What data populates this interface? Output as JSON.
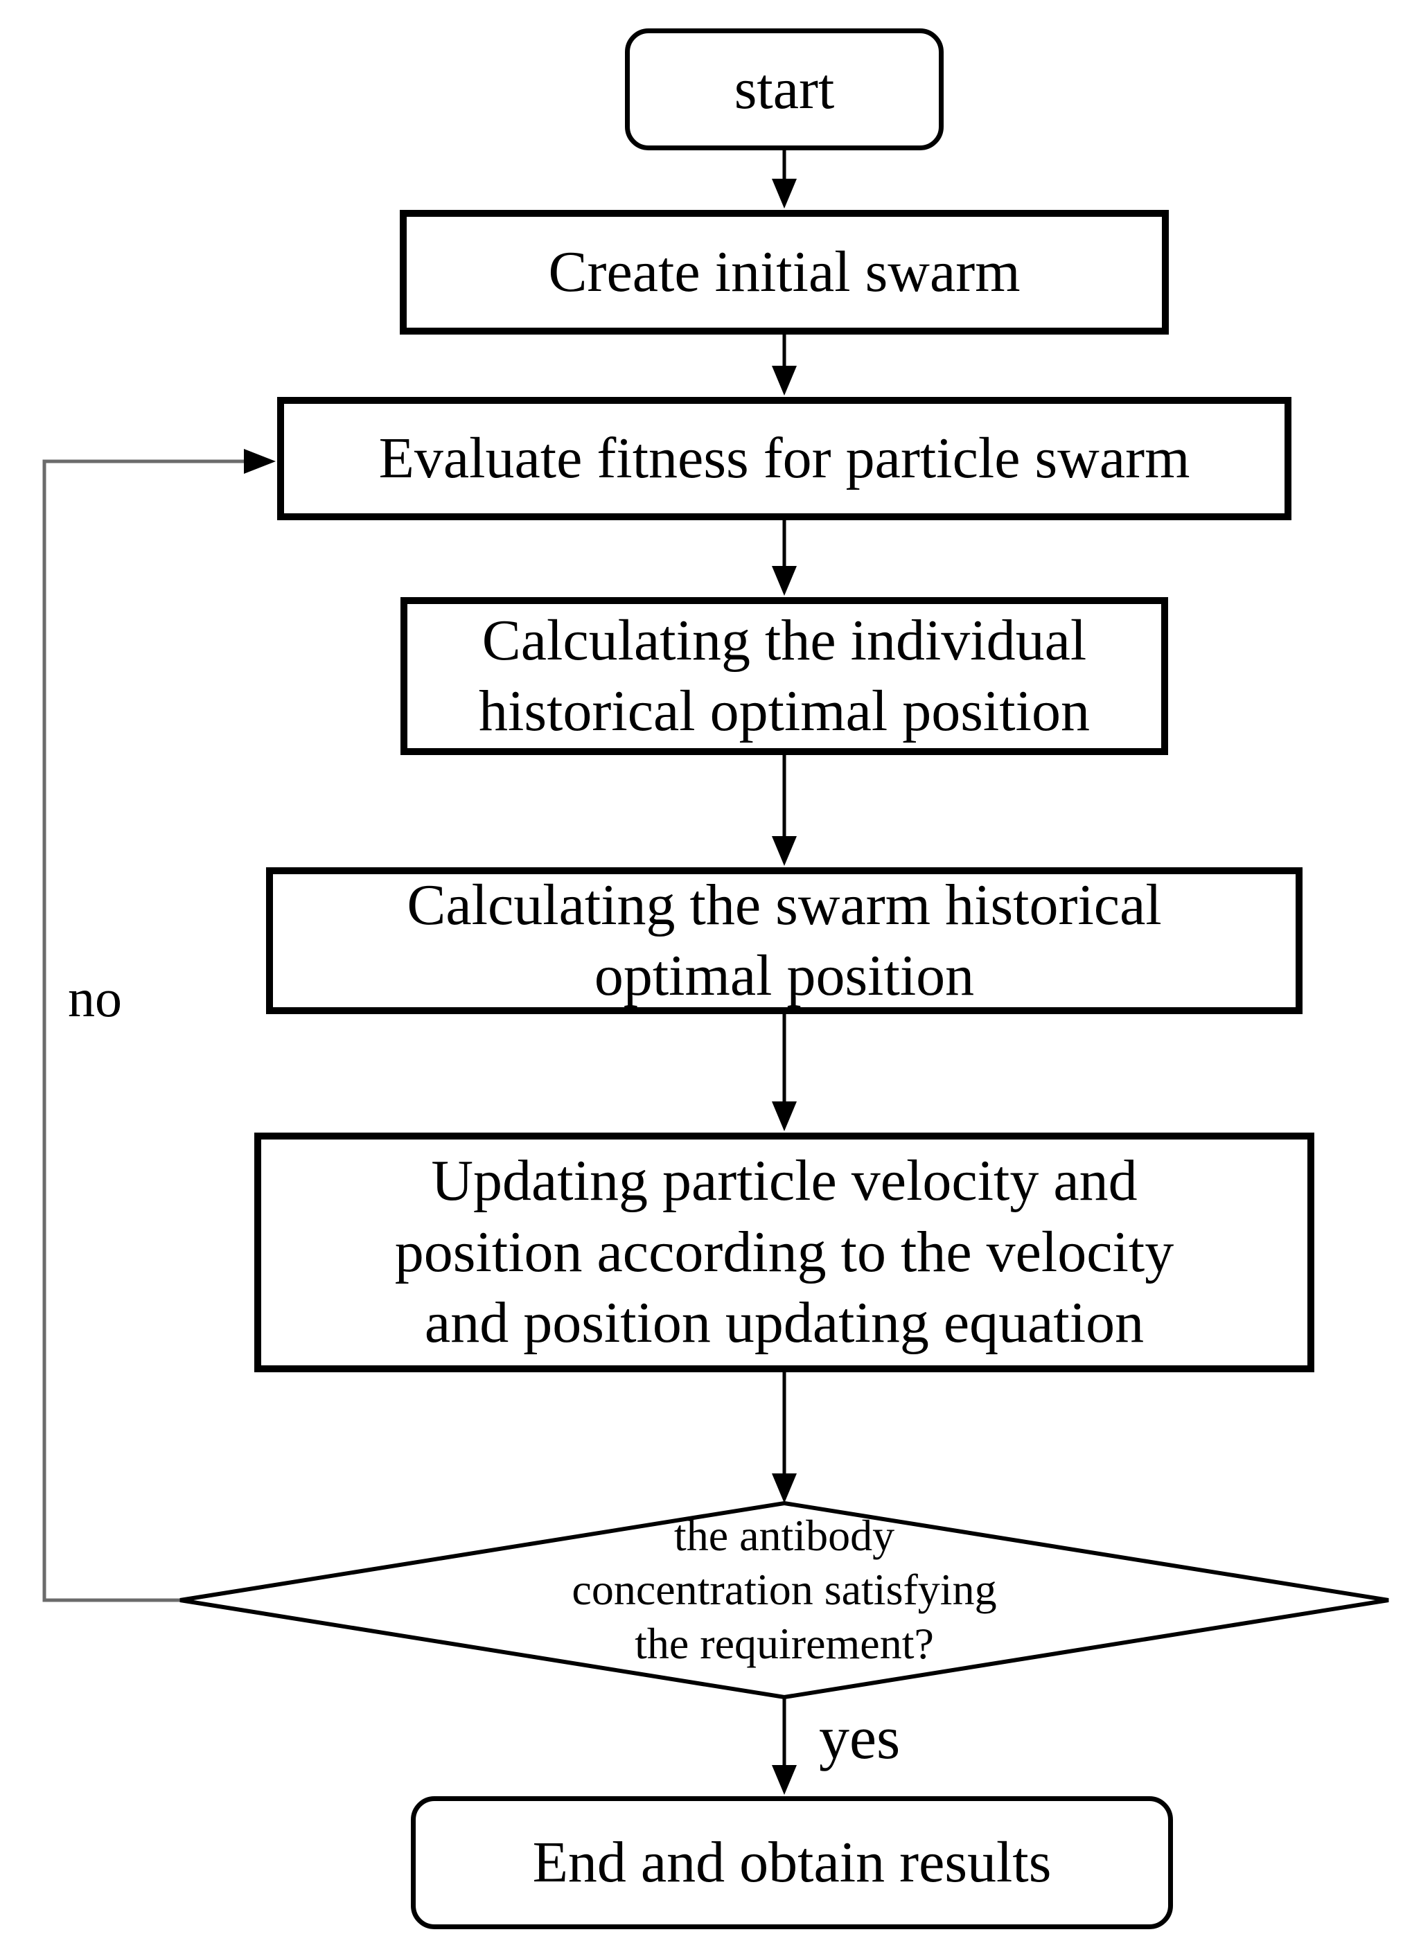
{
  "figure": {
    "background": "#ffffff",
    "stroke_color": "#000000",
    "loop_stroke_color": "#6b6b6b",
    "node_fill": "#ffffff"
  },
  "nodes": [
    {
      "id": "start",
      "type": "terminator",
      "label": "start"
    },
    {
      "id": "create-swarm",
      "type": "process",
      "label": "Create initial swarm"
    },
    {
      "id": "evaluate-fitness",
      "type": "process",
      "label": "Evaluate fitness for particle swarm"
    },
    {
      "id": "calc-individual-optimal",
      "type": "process",
      "label": "Calculating the individual\nhistorical optimal position"
    },
    {
      "id": "calc-swarm-optimal",
      "type": "process",
      "label": "Calculating the swarm historical\noptimal position"
    },
    {
      "id": "update-velocity-position",
      "type": "process",
      "label": "Updating particle velocity and\nposition according to the velocity\nand position updating equation"
    },
    {
      "id": "antibody-decision",
      "type": "decision",
      "label": "the antibody\nconcentration satisfying\nthe requirement?"
    },
    {
      "id": "end",
      "type": "terminator",
      "label": "End and obtain results"
    }
  ],
  "edge_labels": {
    "no": "no",
    "yes": "yes"
  }
}
